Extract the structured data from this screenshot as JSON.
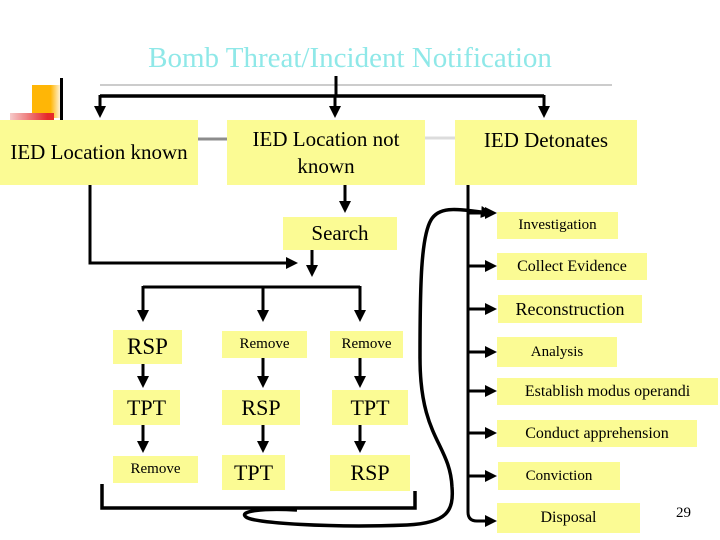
{
  "title": "Bomb Threat/Incident Notification",
  "page_number": "29",
  "colors": {
    "title_text": "#8FE8E8",
    "box_fill": "#FBFB94",
    "line": "#000000",
    "divider_dark_gray": "#8C8C8C",
    "divider_light_gray": "#DCDCDC",
    "title_underline_gray": "#CCCCCC",
    "deco_orange": "#FFB606",
    "deco_red": "#E62A2A"
  },
  "nodes": {
    "ied_location_known": "IED Location known",
    "ied_location_not_known": "IED Location not known",
    "ied_detonates": "IED Detonates",
    "search": "Search",
    "row1_col1": "RSP",
    "row1_col2": "Remove",
    "row1_col3": "Remove",
    "row2_col1": "TPT",
    "row2_col2": "RSP",
    "row2_col3": "TPT",
    "row3_col1": "Remove",
    "row3_col2": "TPT",
    "row3_col3": "RSP",
    "investigation": "Investigation",
    "collect_evidence": "Collect Evidence",
    "reconstruction": "Reconstruction",
    "analysis": "Analysis",
    "establish_modus_operandi": "Establish modus operandi",
    "conduct_apprehension": "Conduct apprehension",
    "conviction": "Conviction",
    "disposal": "Disposal"
  }
}
